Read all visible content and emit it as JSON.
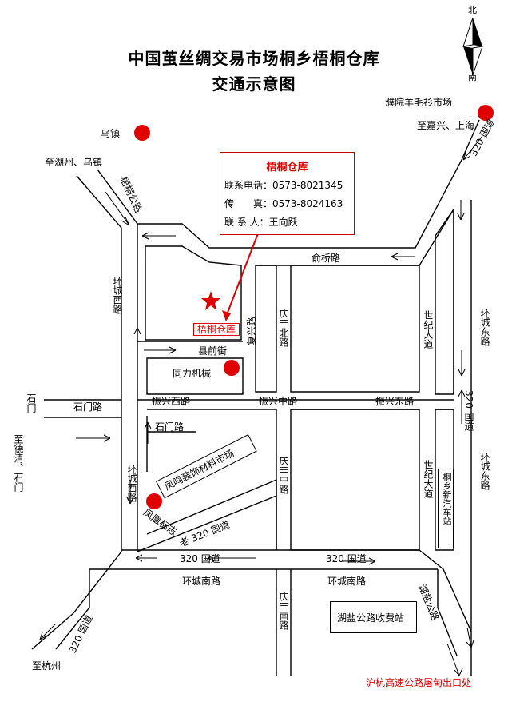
{
  "title": {
    "line1": "中国茧丝绸交易市场桐乡梧桐仓库",
    "line2": "交通示意图"
  },
  "compass": {
    "north": "北",
    "south": "南"
  },
  "info_box": {
    "name": "梧桐仓库",
    "phone_label": "联系电话：",
    "phone": "0573-8021345",
    "fax_label": "传　　真：",
    "fax": "0573-8024163",
    "contact_label": "联 系 人：",
    "contact": "王向跃"
  },
  "labels": {
    "wuzhen": "乌镇",
    "to_huzhou_wuzhen": "至湖州、乌镇",
    "puyuan_market": "濮院羊毛衫市场",
    "to_jiaxing_shanghai": "至嘉兴、上海",
    "g320_ne": "320 国道",
    "tongtong_road": "梧桐公路",
    "yuqiao_road": "俞桥路",
    "huancheng_west_1": "环城西路",
    "huancheng_west_2": "环城西路",
    "huancheng_east_1": "环城东路",
    "huancheng_east_2": "环城东路",
    "warehouse": "梧桐仓库",
    "xianqian_street": "县前街",
    "fuxing_road": "复兴路",
    "qingfeng_north": "庆丰北路",
    "qingfeng_middle": "庆丰中路",
    "qingfeng_south": "庆丰南路",
    "shiji_avenue_1": "世纪大道",
    "shiji_avenue_2": "世纪大道",
    "tongli": "同力机械",
    "zhenxing_west": "振兴西路",
    "zhenxing_middle": "振兴中路",
    "zhenxing_east": "振兴东路",
    "shimen_road_1": "石门路",
    "shimen_road_2": "石门路",
    "shimen": "石门",
    "to_deqing_shimen": "至德清、石门",
    "fengming_market": "凤鸣装饰材料市场",
    "fenghuang_sign": "凤凰标志",
    "old_320": "老 320 国道",
    "g320_1": "320 国道",
    "g320_2": "320 国道",
    "g320_e": "320 国道",
    "tongxiang_bus": "桐乡新汽车站",
    "huancheng_south_1": "环城南路",
    "huancheng_south_2": "环城南路",
    "toll": "湖盐公路收费站",
    "g320_sw": "320 国道",
    "to_hangzhou": "至杭州",
    "huyan_road": "湖盐公路",
    "exit": "沪杭高速公路屠甸出口处"
  },
  "colors": {
    "accent": "#e00000",
    "road": "#000000"
  }
}
